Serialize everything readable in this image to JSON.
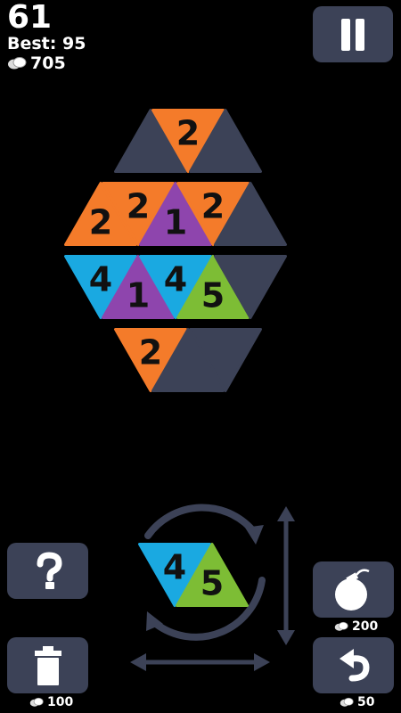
{
  "header": {
    "score": "61",
    "best": "Best: 95",
    "coins": "705"
  },
  "icons": {
    "coin": "coin-stack-icon",
    "pause": "pause-icon",
    "help": "question-mark-icon",
    "trash": "trash-can-icon",
    "bomb": "bomb-icon",
    "undo": "undo-icon",
    "rotate": "rotate-arrows-icon",
    "move_horizontal": "horizontal-arrow-icon",
    "move_vertical": "vertical-arrow-icon"
  },
  "colors": {
    "empty": "#3c4257",
    "orange": "#f47b2a",
    "purple": "#8e45ad",
    "blue": "#1aa9e1",
    "green": "#7dbd35"
  },
  "board": {
    "rows": [
      [
        {
          "v": "",
          "c": "empty"
        },
        {
          "v": "2",
          "c": "orange"
        },
        {
          "v": "",
          "c": "empty"
        }
      ],
      [
        {
          "v": "2",
          "c": "orange"
        },
        {
          "v": "2",
          "c": "orange"
        },
        {
          "v": "1",
          "c": "purple"
        },
        {
          "v": "2",
          "c": "orange"
        },
        {
          "v": "",
          "c": "empty"
        }
      ],
      [
        {
          "v": "4",
          "c": "blue"
        },
        {
          "v": "1",
          "c": "purple"
        },
        {
          "v": "4",
          "c": "blue"
        },
        {
          "v": "5",
          "c": "green"
        },
        {
          "v": "",
          "c": "empty"
        }
      ],
      [
        {
          "v": "2",
          "c": "orange"
        },
        {
          "v": "",
          "c": "empty"
        },
        {
          "v": "",
          "c": "empty"
        }
      ]
    ]
  },
  "piece": [
    {
      "v": "4",
      "c": "blue"
    },
    {
      "v": "5",
      "c": "green"
    }
  ],
  "powerups": {
    "bomb_cost": "200",
    "undo_cost": "50",
    "trash_cost": "100"
  }
}
